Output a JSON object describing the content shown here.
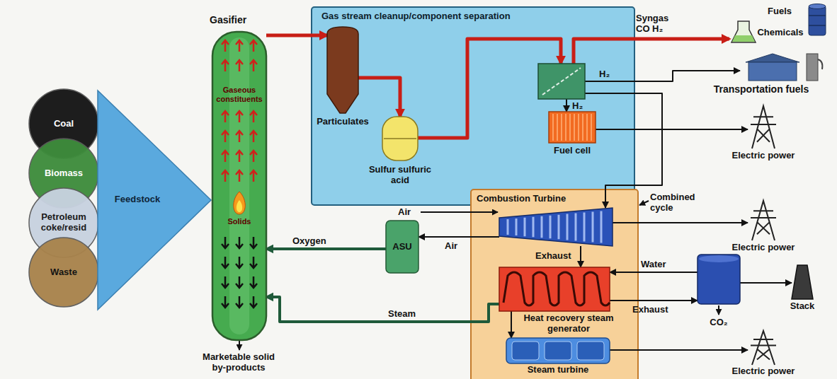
{
  "diagram": {
    "nodes": [
      {
        "text": [
          "Coal"
        ]
      },
      {
        "text": [
          "Biomass"
        ]
      },
      {
        "text": [
          "Petroleum coke/resid"
        ]
      },
      {
        "text": [
          "Waste"
        ]
      },
      {
        "text": [
          "Feedstock"
        ]
      },
      {
        "text": [
          "Gasifier",
          "Gaseous constituents",
          "Solids"
        ]
      },
      {
        "text": [
          "Gas stream cleanup/component separation"
        ]
      },
      {
        "text": [
          "Particulates"
        ],
        "in": 6
      },
      {
        "text": [
          "Sulfur sulfuric acid"
        ],
        "in": 6
      },
      {
        "text": [
          "H₂"
        ],
        "in": 6
      },
      {
        "text": [
          "Fuel cell"
        ],
        "in": 6
      },
      {
        "text": [
          "Fuels",
          "Chemicals"
        ]
      },
      {
        "text": [
          "Transportation fuels"
        ]
      },
      {
        "text": [
          "Electric power"
        ]
      },
      {
        "text": [
          "Combined cycle"
        ]
      },
      {
        "text": [
          "Combustion Turbine"
        ],
        "in": 14
      },
      {
        "text": [
          "Electric power"
        ]
      },
      {
        "text": [
          "ASU"
        ]
      },
      {
        "text": [
          "Heat recovery steam generator"
        ],
        "in": 14
      },
      {
        "text": [
          "CO₂"
        ]
      },
      {
        "text": [
          "Stack"
        ]
      },
      {
        "text": [
          "Steam turbine"
        ],
        "in": 14
      },
      {
        "text": [
          "Electric power"
        ]
      }
    ],
    "edges": [
      {
        "from": 5,
        "to": 7,
        "arrow": "to"
      },
      {
        "from": 7,
        "to": 8,
        "arrow": "to"
      },
      {
        "from": 8,
        "to": 9,
        "arrow": "to"
      },
      {
        "from": 9,
        "to": 11,
        "label": "Syngas CO H₂",
        "arrow": "to"
      },
      {
        "from": 9,
        "to": 12,
        "label": "H₂",
        "arrow": "to"
      },
      {
        "from": 9,
        "to": 10,
        "arrow": "to"
      },
      {
        "from": 10,
        "to": 13,
        "arrow": "to"
      },
      {
        "from": 9,
        "to": 15,
        "arrow": "to"
      },
      {
        "from": 15,
        "to": 16,
        "arrow": "to"
      },
      {
        "from": 15,
        "to": 17,
        "label": "Air",
        "arrow": "to"
      },
      {
        "from": 17,
        "to": 5,
        "label": "Oxygen",
        "arrow": "to"
      },
      {
        "from": 15,
        "to": 18,
        "label": "Exhaust",
        "arrow": "to"
      },
      {
        "from": 18,
        "to": 19,
        "label": "Exhaust",
        "arrow": "to"
      },
      {
        "from": 19,
        "to": 18,
        "label": "Water",
        "arrow": "to"
      },
      {
        "from": 19,
        "to": 20,
        "arrow": "to"
      },
      {
        "from": 18,
        "to": 21,
        "arrow": "to"
      },
      {
        "from": 18,
        "to": 5,
        "label": "Steam",
        "arrow": "to"
      },
      {
        "from": 21,
        "to": 22,
        "arrow": "to"
      }
    ],
    "labels": [
      "Air",
      "Marketable solid by-products"
    ]
  }
}
